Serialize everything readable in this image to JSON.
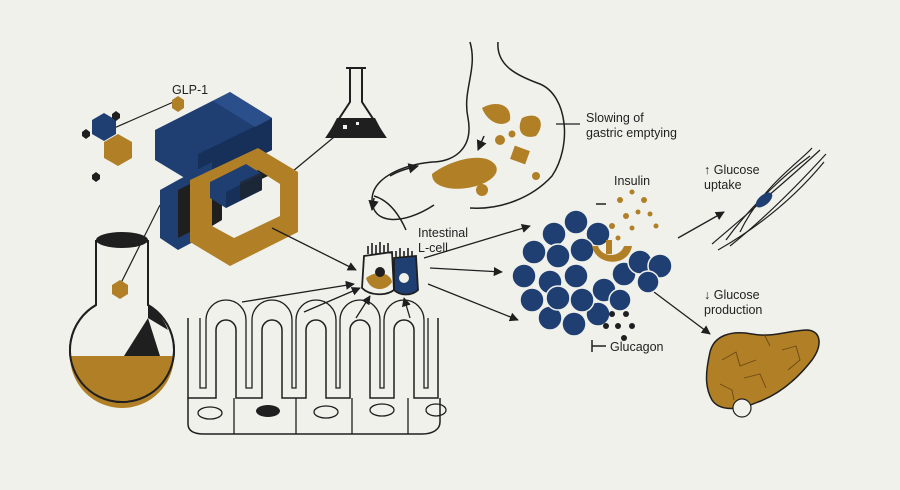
{
  "labels": {
    "glp1": "GLP-1",
    "gastric_line1": "Slowing of",
    "gastric_line2": "gastric emptying",
    "lcell_line1": "Intestinal",
    "lcell_line2": "L-cell",
    "insulin": "Insulin",
    "glucagon": "Glucagon",
    "uptake_line1": "↑ Glucose",
    "uptake_line2": "uptake",
    "production_line1": "↓ Glucose",
    "production_line2": "production"
  },
  "colors": {
    "background": "#f1f1ec",
    "navy": "#1f3f73",
    "gold": "#b07f26",
    "ink": "#1f1f1f"
  }
}
